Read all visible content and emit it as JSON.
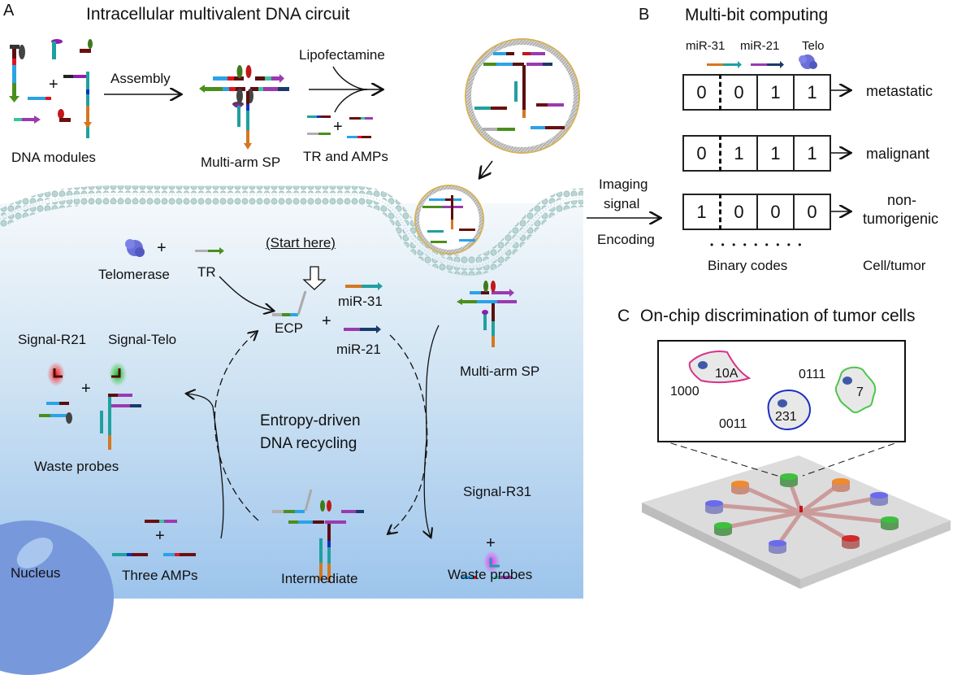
{
  "panel_a": {
    "letter": "A",
    "title": "Intracellular multivalent DNA circuit",
    "labels": {
      "dna_modules": "DNA modules",
      "assembly": "Assembly",
      "multi_arm_sp": "Multi-arm SP",
      "lipofectamine": "Lipofectamine",
      "tr_and_amps": "TR and AMPs",
      "telomerase": "Telomerase",
      "tr": "TR",
      "start_here": "(Start here)",
      "ecp": "ECP",
      "mir31": "miR-31",
      "mir21": "miR-21",
      "multi_arm_sp_cycle": "Multi-arm SP",
      "signal_r21": "Signal-R21",
      "signal_telo": "Signal-Telo",
      "waste_probes_left": "Waste probes",
      "cycle_line1": "Entropy-driven",
      "cycle_line2": "DNA recycling",
      "signal_r31": "Signal-R31",
      "waste_probes_right": "Waste probes",
      "nucleus": "Nucleus",
      "three_amps": "Three AMPs",
      "intermediate": "Intermediate",
      "plus": "+"
    }
  },
  "connector": {
    "line1": "Imaging",
    "line2": "signal",
    "line3": "Encoding"
  },
  "panel_b": {
    "letter": "B",
    "title": "Multi-bit computing",
    "inputs": [
      "miR-31",
      "miR-21",
      "Telo"
    ],
    "rows": [
      {
        "bits": [
          "0",
          "0",
          "1",
          "1"
        ],
        "label": "metastatic"
      },
      {
        "bits": [
          "0",
          "1",
          "1",
          "1"
        ],
        "label": "malignant"
      },
      {
        "bits": [
          "1",
          "0",
          "0",
          "0"
        ],
        "label_line1": "non-",
        "label_line2": "tumorigenic"
      }
    ],
    "ellipsis": "• • • • • • • • •",
    "footer_left": "Binary codes",
    "footer_right": "Cell/tumor"
  },
  "panel_c": {
    "letter": "C",
    "title": "On-chip discrimination of tumor cells",
    "cells": [
      {
        "name": "10A",
        "code": "1000",
        "color": "#d6338a"
      },
      {
        "name": "231",
        "code": "0011",
        "color": "#1d2fc0"
      },
      {
        "name": "7",
        "code": "0111",
        "color": "#4cc64c"
      }
    ],
    "chip_wells": [
      "green",
      "orange",
      "orange",
      "blue",
      "blue",
      "green",
      "green",
      "blue",
      "red"
    ]
  },
  "colors": {
    "cell_gradient_top": "#f4f8fb",
    "cell_gradient_bottom": "#9cc4ec",
    "nucleus": "#7898dc",
    "membrane": "#9fc3c3",
    "liposome": "#d4b25a"
  }
}
